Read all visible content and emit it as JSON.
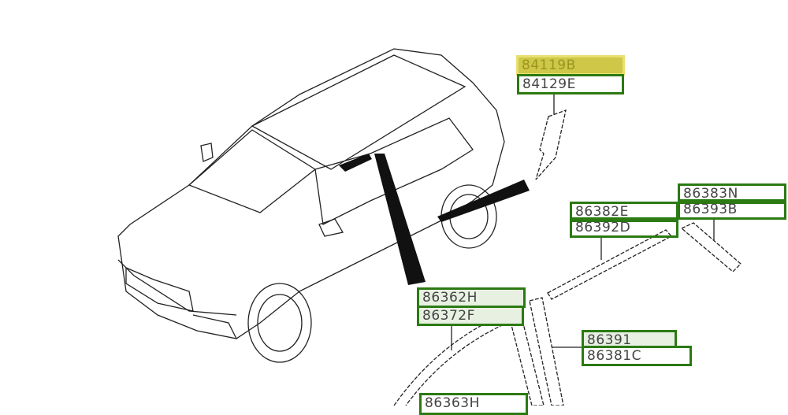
{
  "parts": [
    {
      "id": "p1",
      "code": "84119B",
      "state": "highlighted"
    },
    {
      "id": "p2",
      "code": "84129E",
      "state": "normal"
    },
    {
      "id": "p3",
      "code": "86383N",
      "state": "normal"
    },
    {
      "id": "p4",
      "code": "86393B",
      "state": "normal"
    },
    {
      "id": "p5",
      "code": "86382E",
      "state": "normal"
    },
    {
      "id": "p6",
      "code": "86392D",
      "state": "normal"
    },
    {
      "id": "p7",
      "code": "86362H",
      "state": "light"
    },
    {
      "id": "p8",
      "code": "86372F",
      "state": "light"
    },
    {
      "id": "p9",
      "code": "86391",
      "state": "light"
    },
    {
      "id": "p10",
      "code": "86381C",
      "state": "normal"
    },
    {
      "id": "p11",
      "code": "86363H",
      "state": "normal"
    }
  ],
  "colors": {
    "label_border": "#2b7a12",
    "highlight": "#beb40a",
    "light_fill": "#e8f0e2"
  }
}
